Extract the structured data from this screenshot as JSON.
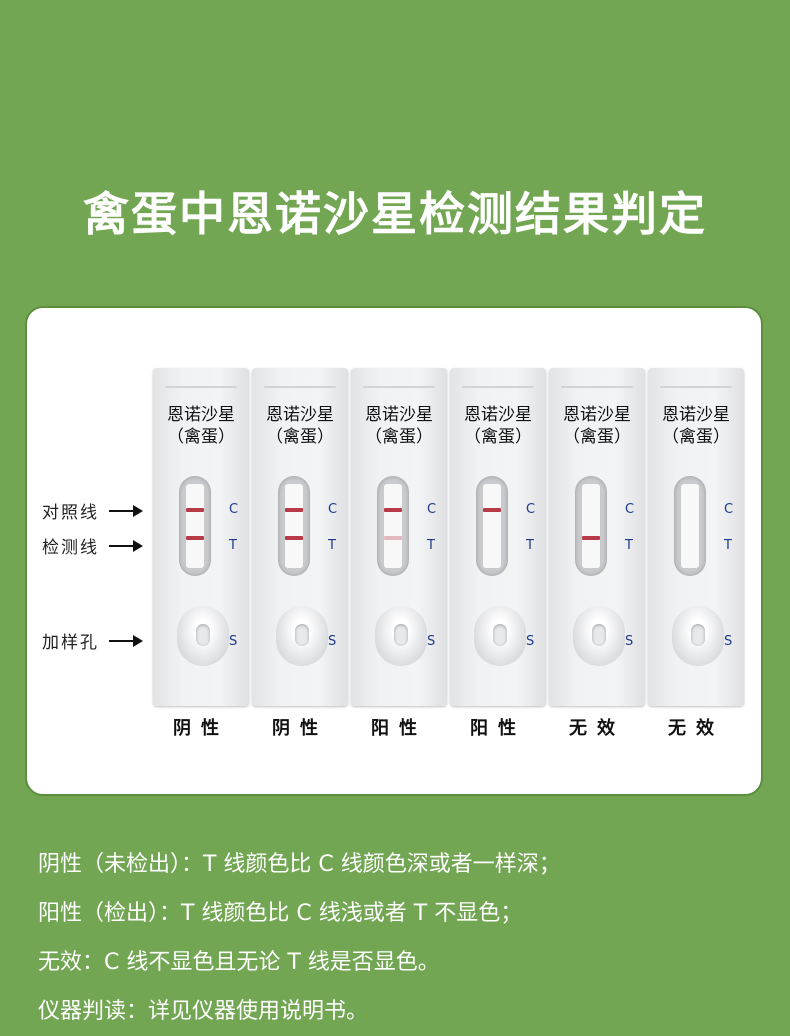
{
  "title": "禽蛋中恩诺沙星检测结果判定",
  "labels": {
    "control_line": "对照线",
    "test_line": "检测线",
    "sample_well": "加样孔"
  },
  "strip_name_line1": "恩诺沙星",
  "strip_name_line2": "（禽蛋）",
  "marks": {
    "c": "C",
    "t": "T",
    "s": "S"
  },
  "strips": [
    {
      "result": "阴性",
      "c_line": "strong",
      "t_line": "strong"
    },
    {
      "result": "阴性",
      "c_line": "strong",
      "t_line": "strong"
    },
    {
      "result": "阳性",
      "c_line": "strong",
      "t_line": "faint"
    },
    {
      "result": "阳性",
      "c_line": "strong",
      "t_line": "none"
    },
    {
      "result": "无效",
      "c_line": "none",
      "t_line": "strong"
    },
    {
      "result": "无效",
      "c_line": "none",
      "t_line": "none"
    }
  ],
  "colors": {
    "background": "#72a653",
    "line_strong": "#b83a48",
    "line_faint": "#e3b9bd",
    "mark_text": "#1d3a8a"
  },
  "notes": [
    "阴性（未检出）：T 线颜色比 C 线颜色深或者一样深；",
    "阳性（检出）：T 线颜色比 C 线浅或者 T 不显色；",
    "无效：C 线不显色且无论 T 线是否显色。",
    "仪器判读：详见仪器使用说明书。"
  ]
}
